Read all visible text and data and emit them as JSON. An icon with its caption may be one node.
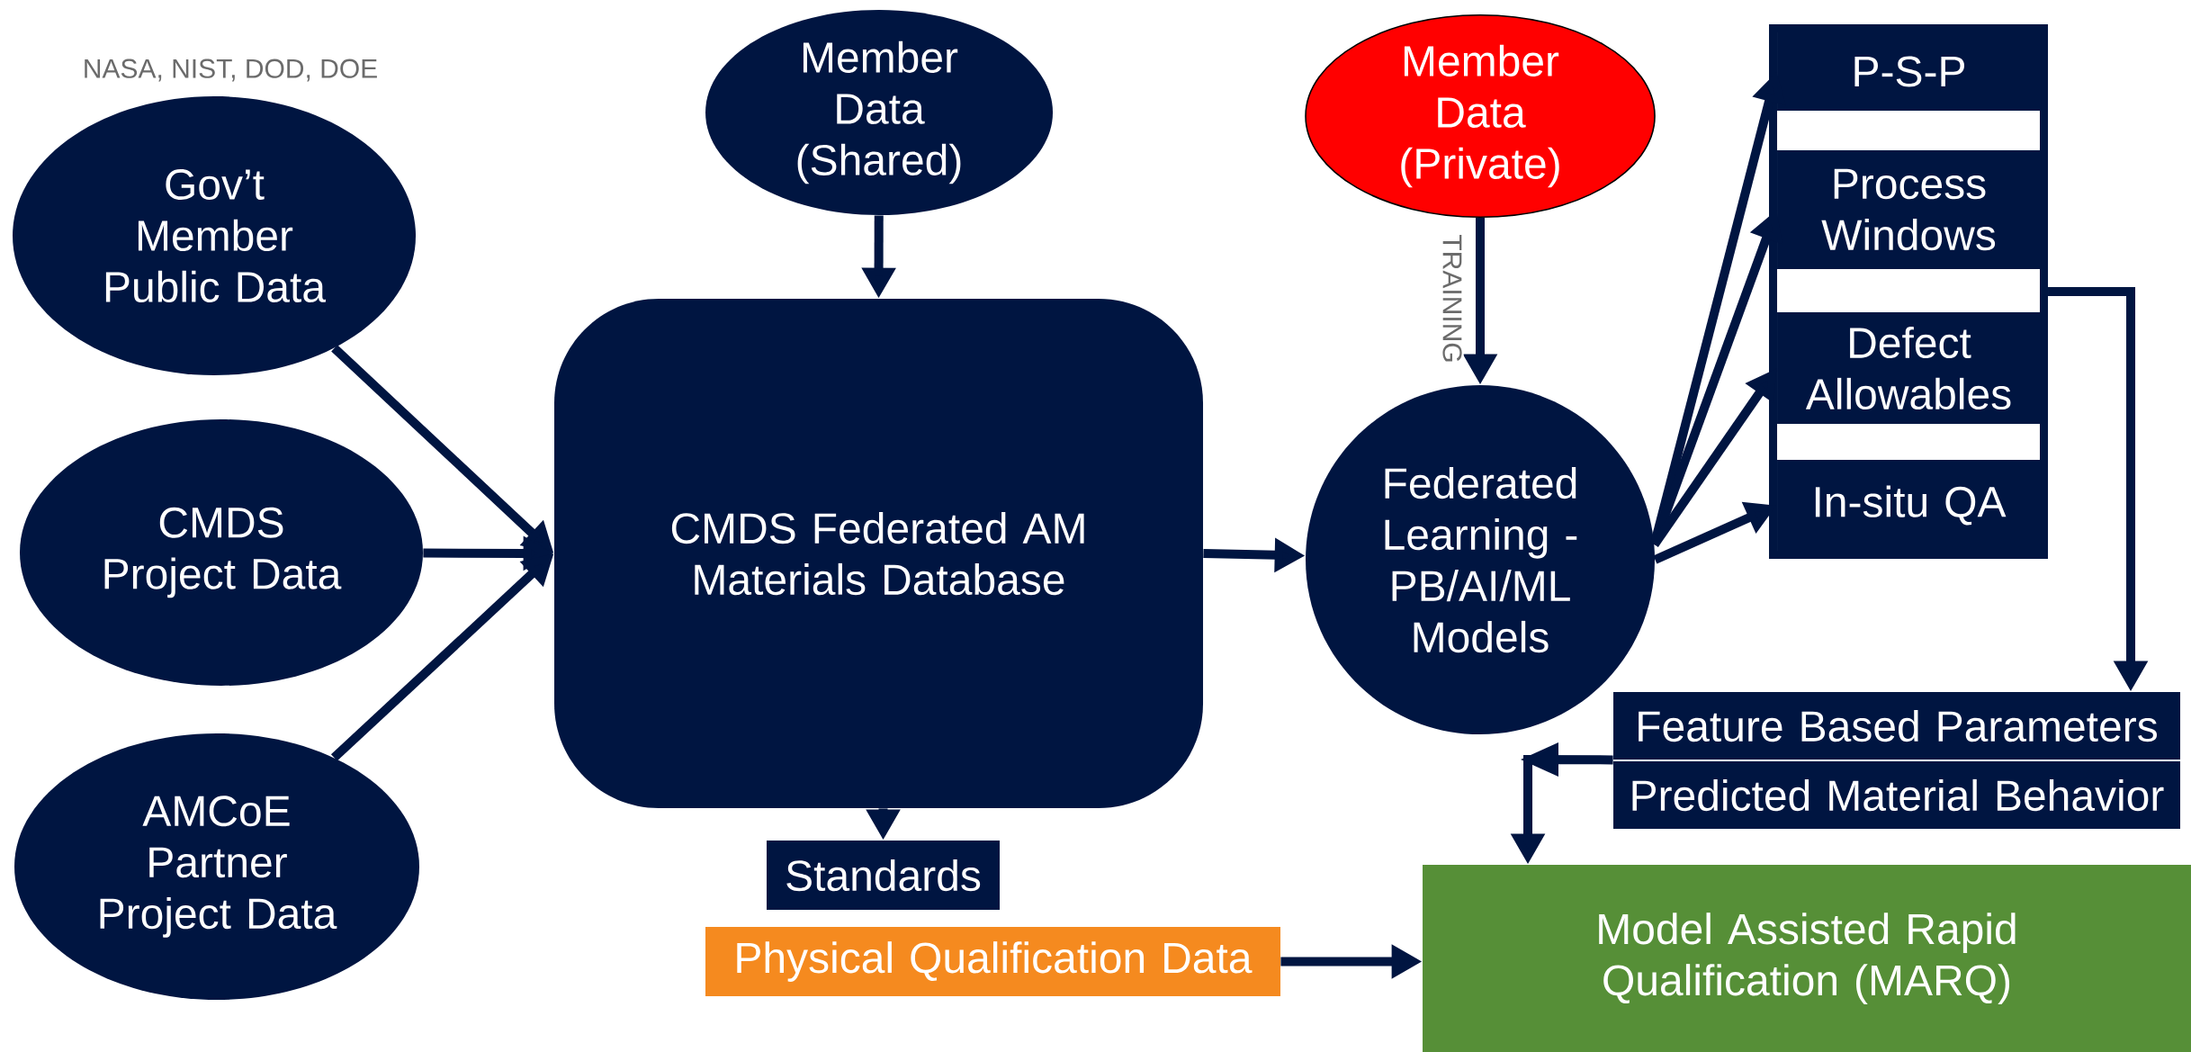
{
  "diagram": {
    "nodes": [
      {
        "text": [
          "Gov’t Member Public Data"
        ],
        "beside": [
          "NASA, NIST, DOD, DOE"
        ]
      },
      {
        "text": [
          "CMDS Project Data"
        ]
      },
      {
        "text": [
          "AMCoE Partner Project Data"
        ]
      },
      {
        "text": [
          "Member Data (Shared)"
        ]
      },
      {
        "text": [
          "CMDS Federated AM Materials Database"
        ]
      },
      {
        "text": [
          "Member Data (Private)"
        ]
      },
      {
        "text": [
          "Federated Learning - PB/AI/ML Models"
        ]
      },
      {
        "text": [],
        "shape": "box"
      },
      {
        "text": [
          "P-S-P"
        ],
        "in": 7
      },
      {
        "text": [
          "Process Windows"
        ],
        "in": 7
      },
      {
        "text": [
          "Defect Allowables"
        ],
        "in": 7
      },
      {
        "text": [
          "In-situ QA"
        ],
        "in": 7
      },
      {
        "text": [
          "Feature Based Parameters"
        ]
      },
      {
        "text": [
          "Predicted Material Behavior"
        ]
      },
      {
        "text": [
          "Standards"
        ]
      },
      {
        "text": [
          "Physical Qualification Data"
        ]
      },
      {
        "text": [
          "Model Assisted Rapid Qualification (MARQ)"
        ]
      }
    ],
    "edges": [
      {
        "from": 0,
        "to": 4,
        "arrow": "to"
      },
      {
        "from": 1,
        "to": 4,
        "arrow": "to"
      },
      {
        "from": 2,
        "to": 4,
        "arrow": "to"
      },
      {
        "from": 3,
        "to": 4,
        "arrow": "to"
      },
      {
        "from": 4,
        "to": 14,
        "arrow": "to"
      },
      {
        "from": 4,
        "to": 6,
        "arrow": "to"
      },
      {
        "from": 5,
        "to": 6,
        "arrow": "to",
        "label": "TRAINING"
      },
      {
        "from": 6,
        "to": 8,
        "arrow": "to"
      },
      {
        "from": 6,
        "to": 9,
        "arrow": "to"
      },
      {
        "from": 6,
        "to": 10,
        "arrow": "to"
      },
      {
        "from": 6,
        "to": 11,
        "arrow": "to"
      },
      {
        "from": 7,
        "to": 12,
        "arrow": "to"
      },
      {
        "from": 12,
        "to": 16,
        "arrow": "to"
      },
      {
        "from": 15,
        "to": 16,
        "arrow": "to"
      }
    ]
  }
}
